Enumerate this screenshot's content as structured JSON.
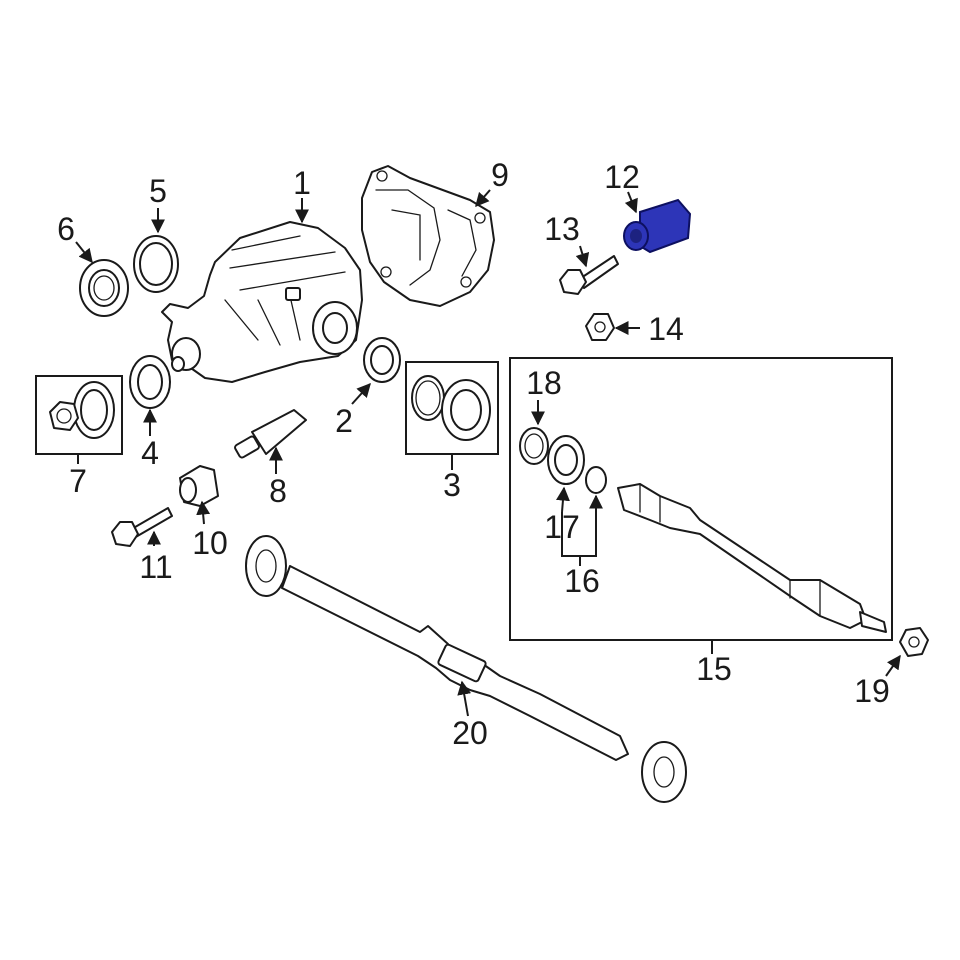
{
  "highlight_color": "#2d35b8",
  "callouts": {
    "c1": "1",
    "c2": "2",
    "c3": "3",
    "c4": "4",
    "c5": "5",
    "c6": "6",
    "c7": "7",
    "c8": "8",
    "c9": "9",
    "c10": "10",
    "c11": "11",
    "c12": "12",
    "c13": "13",
    "c14": "14",
    "c15": "15",
    "c16": "16",
    "c17": "17",
    "c18": "18",
    "c19": "19",
    "c20": "20"
  },
  "highlighted_part": "12"
}
